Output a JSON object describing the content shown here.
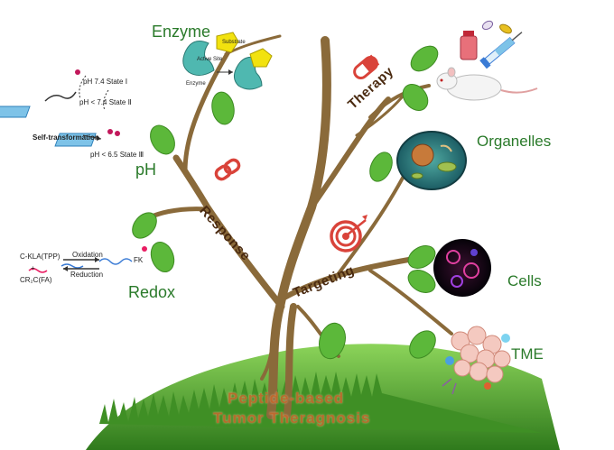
{
  "title": {
    "line1": "Peptide-based",
    "line2": "Tumor Theragnosis"
  },
  "branches": {
    "response": "Response",
    "targeting": "Targeting",
    "therapy": "Therapy"
  },
  "stimuli": {
    "enzyme": "Enzyme",
    "ph": "pH",
    "redox": "Redox"
  },
  "targets": {
    "organelles": "Organelles",
    "cells": "Cells",
    "tme": "TME"
  },
  "enzyme_inset": {
    "substrate": "Substrate",
    "active_site": "Active Site",
    "enzyme": "Enzyme"
  },
  "ph_inset": {
    "state1": "pH  7.4 State Ⅰ",
    "state2": "pH < 7.4 State Ⅱ",
    "self_transformation": "Self-transformation",
    "state3": "pH < 6.5 State Ⅲ"
  },
  "redox_inset": {
    "reactant1": "C-KLA(TPP)",
    "plus": "+",
    "reactant2": "CR₂C(FA)",
    "oxidation": "Oxidation",
    "reduction": "Reduction",
    "product": "FK"
  },
  "colors": {
    "trunk": "#8a6a3a",
    "leaf": "#5cb83a",
    "label_green": "#2a7a2a",
    "icon_red": "#d9433a",
    "grass": "#4c9a2a"
  }
}
